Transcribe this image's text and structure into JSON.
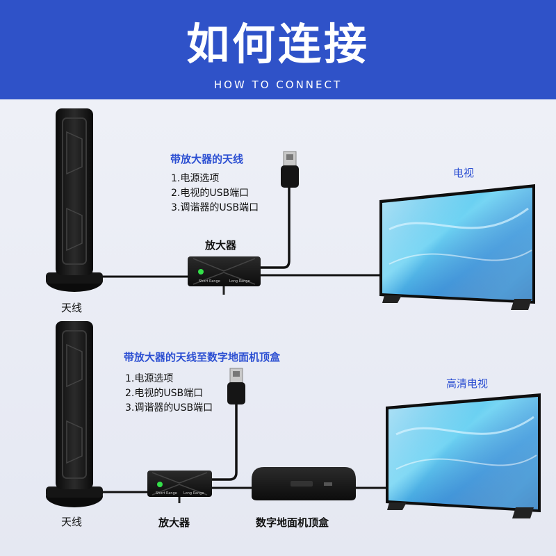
{
  "header": {
    "title": "如何连接",
    "subtitle": "HOW TO CONNECT"
  },
  "diagram1": {
    "heading": "带放大器的天线",
    "steps": [
      "1.电源选项",
      "2.电视的USB端口",
      "3.调谐器的USB端口"
    ],
    "amplifier_label": "放大器",
    "antenna_label": "天线",
    "tv_label": "电视",
    "switch_left": "Short Range",
    "switch_right": "Long Range"
  },
  "diagram2": {
    "heading": "带放大器的天线至数字地面机顶盒",
    "steps": [
      "1.电源选项",
      "2.电视的USB端口",
      "3.调谐器的USB端口"
    ],
    "amplifier_label": "放大器",
    "antenna_label": "天线",
    "settop_label": "数字地面机顶盒",
    "tv_label": "高清电视",
    "switch_left": "Short Range",
    "switch_right": "Long Range"
  },
  "colors": {
    "banner": "#2f52c8",
    "accent_text": "#2c4fd2",
    "led": "#34e04a"
  }
}
